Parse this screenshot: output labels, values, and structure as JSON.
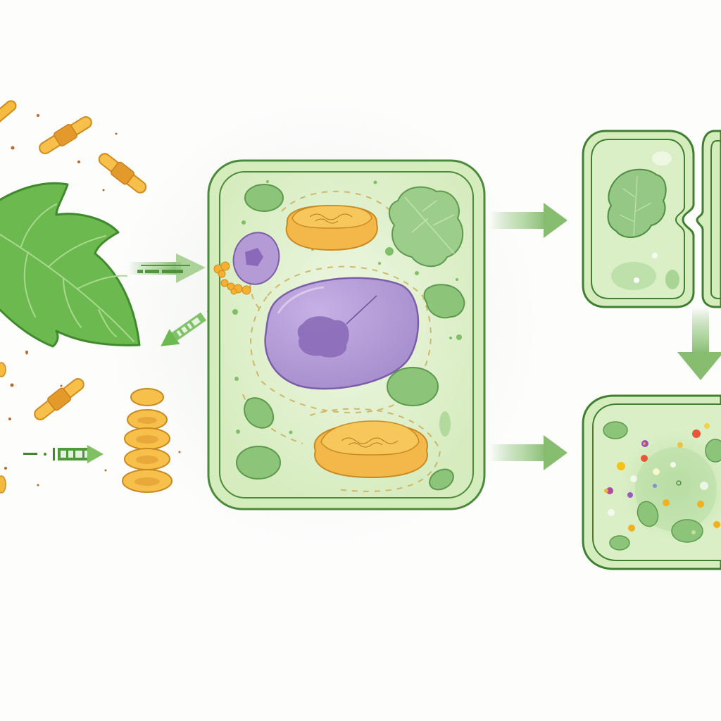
{
  "diagram": {
    "type": "illustration",
    "subject": "Plant cell components and cell processes",
    "colors": {
      "background": "#fdfdfc",
      "cell_fill": "#dcefc4",
      "cell_inner": "#e8f4d8",
      "cell_wall": "#4a8a3a",
      "chloroplast": "#8cc47a",
      "chloroplast_stroke": "#5d9a4e",
      "nucleus": "#b49bd6",
      "nucleus_stroke": "#7b5ea8",
      "nucleolus": "#8a6ab8",
      "golgi": "#f2b84a",
      "golgi_stroke": "#c98a22",
      "leaf": "#6bb84e",
      "leaf_stroke": "#3f8a2c",
      "arrow": "#7fb86a",
      "mitochondria": "#f0b23c"
    },
    "nodes": [
      {
        "id": "leaf",
        "label": "Leaf"
      },
      {
        "id": "mitochondria",
        "label": "Mitochondria (orange rod organelles)"
      },
      {
        "id": "golgi-stack",
        "label": "Golgi-like stacked discs"
      },
      {
        "id": "plant-cell",
        "label": "Plant cell"
      },
      {
        "id": "nucleus",
        "label": "Nucleus"
      },
      {
        "id": "vesicle",
        "label": "Small vacuole/vesicle"
      },
      {
        "id": "dividing-cells",
        "label": "Cell division"
      },
      {
        "id": "degrading-cell",
        "label": "Cell with scattered particles"
      }
    ],
    "arrows": [
      {
        "from": "leaf",
        "to": "plant-cell",
        "label": "garbled text"
      },
      {
        "from": "plant-cell",
        "to": "golgi-stack",
        "label": "garbled text"
      },
      {
        "from": "mitochondria",
        "to": "golgi-stack",
        "label": "garbled text"
      },
      {
        "from": "plant-cell",
        "to": "dividing-cells",
        "label": ""
      },
      {
        "from": "plant-cell",
        "to": "degrading-cell",
        "label": ""
      },
      {
        "from": "dividing-cells",
        "to": "degrading-cell",
        "label": ""
      }
    ]
  }
}
